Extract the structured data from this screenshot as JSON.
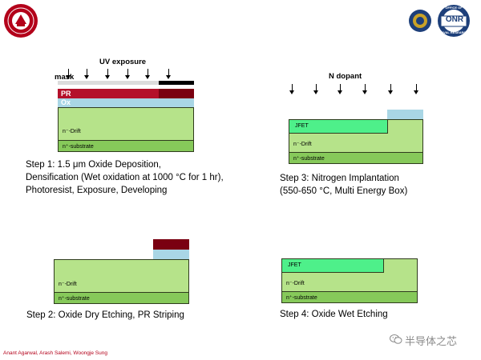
{
  "logos": {
    "left": {
      "name": "university-seal"
    },
    "right": {
      "name": "onr-logo",
      "text": "ONR",
      "ring_top": "OFFICE OF",
      "ring_bottom": "NAVAL RESEARCH"
    }
  },
  "step1": {
    "uv_label": "UV exposure",
    "mask_label": "mask",
    "pr_label": "PR",
    "ox_label": "Ox",
    "drift_label": "n⁻-Drift",
    "substrate_label": "n⁺-substrate",
    "caption": [
      "Step 1: 1.5 μm Oxide Deposition,",
      "Densification (Wet oxidation at 1000 °C for 1 hr),",
      "Photoresist, Exposure, Developing"
    ]
  },
  "step2": {
    "drift_label": "n⁻-Drift",
    "substrate_label": "n⁺-substrate",
    "caption": "Step 2: Oxide Dry Etching, PR Striping"
  },
  "step3": {
    "dopant_label": "N dopant",
    "jfet_label": "JFET",
    "drift_label": "n⁻-Drift",
    "substrate_label": "n⁺-substrate",
    "caption": [
      "Step 3: Nitrogen Implantation",
      "(550-650 °C, Multi Energy Box)"
    ]
  },
  "step4": {
    "jfet_label": "JFET",
    "drift_label": "n⁻-Drift",
    "substrate_label": "n⁺-substrate",
    "caption": "Step 4: Oxide Wet Etching"
  },
  "footer": {
    "authors": "Anant Agarwal, Arash Salemi, Woongje Sung",
    "watermark": "半导体之芯",
    "watermark_icon": "wechat-icon"
  },
  "colors": {
    "drift": "#b6e38a",
    "substrate": "#86c95a",
    "jfet": "#4ef08a",
    "oxide": "#a9d6e5",
    "photoresist": "#b4102a",
    "photoresist_exposed": "#7a0011",
    "mask": "#dcdcdc",
    "mask_opaque": "#000000",
    "author_text": "#b3001a"
  }
}
